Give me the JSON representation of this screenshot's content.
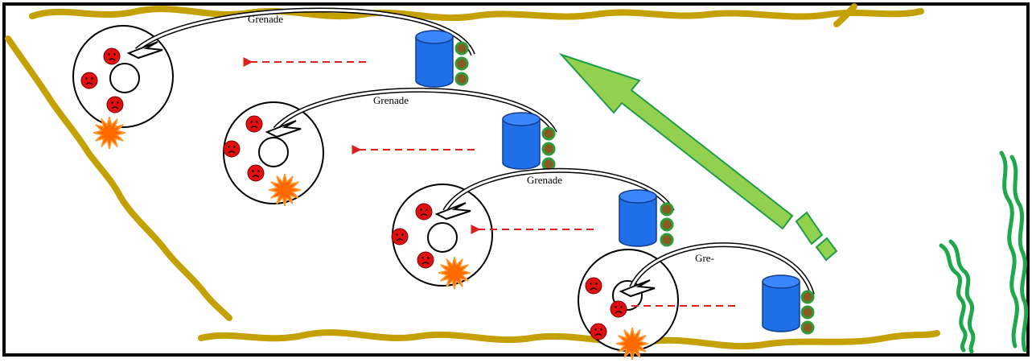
{
  "diagram": {
    "steps": [
      {
        "label": "Grenade"
      },
      {
        "label": "Grenade"
      },
      {
        "label": "Grenade"
      },
      {
        "label": "Gre-"
      }
    ]
  },
  "colors": {
    "border": "#000000",
    "trench_wall": "#c4a000",
    "wire": "#1fa84a",
    "advance_arrow_fill": "#92d050",
    "advance_arrow_stroke": "#1e9c46",
    "firing_line": "#e02020",
    "bomb_store": "#1f6fe8",
    "grenade": "#8a5a20",
    "grenade_ring": "#2f9a3a",
    "defender": "#e01010",
    "explosion_fill": "#ff6a00",
    "explosion_stroke": "#ff9a30"
  },
  "icons": {
    "bomb_store": "blue-cylinder-icon",
    "grenades": "grenade-stack-icon",
    "defender": "sad-face-icon",
    "explosion": "explosion-burst-icon",
    "advance": "large-arrow-icon",
    "wire": "barbed-wire-icon"
  }
}
